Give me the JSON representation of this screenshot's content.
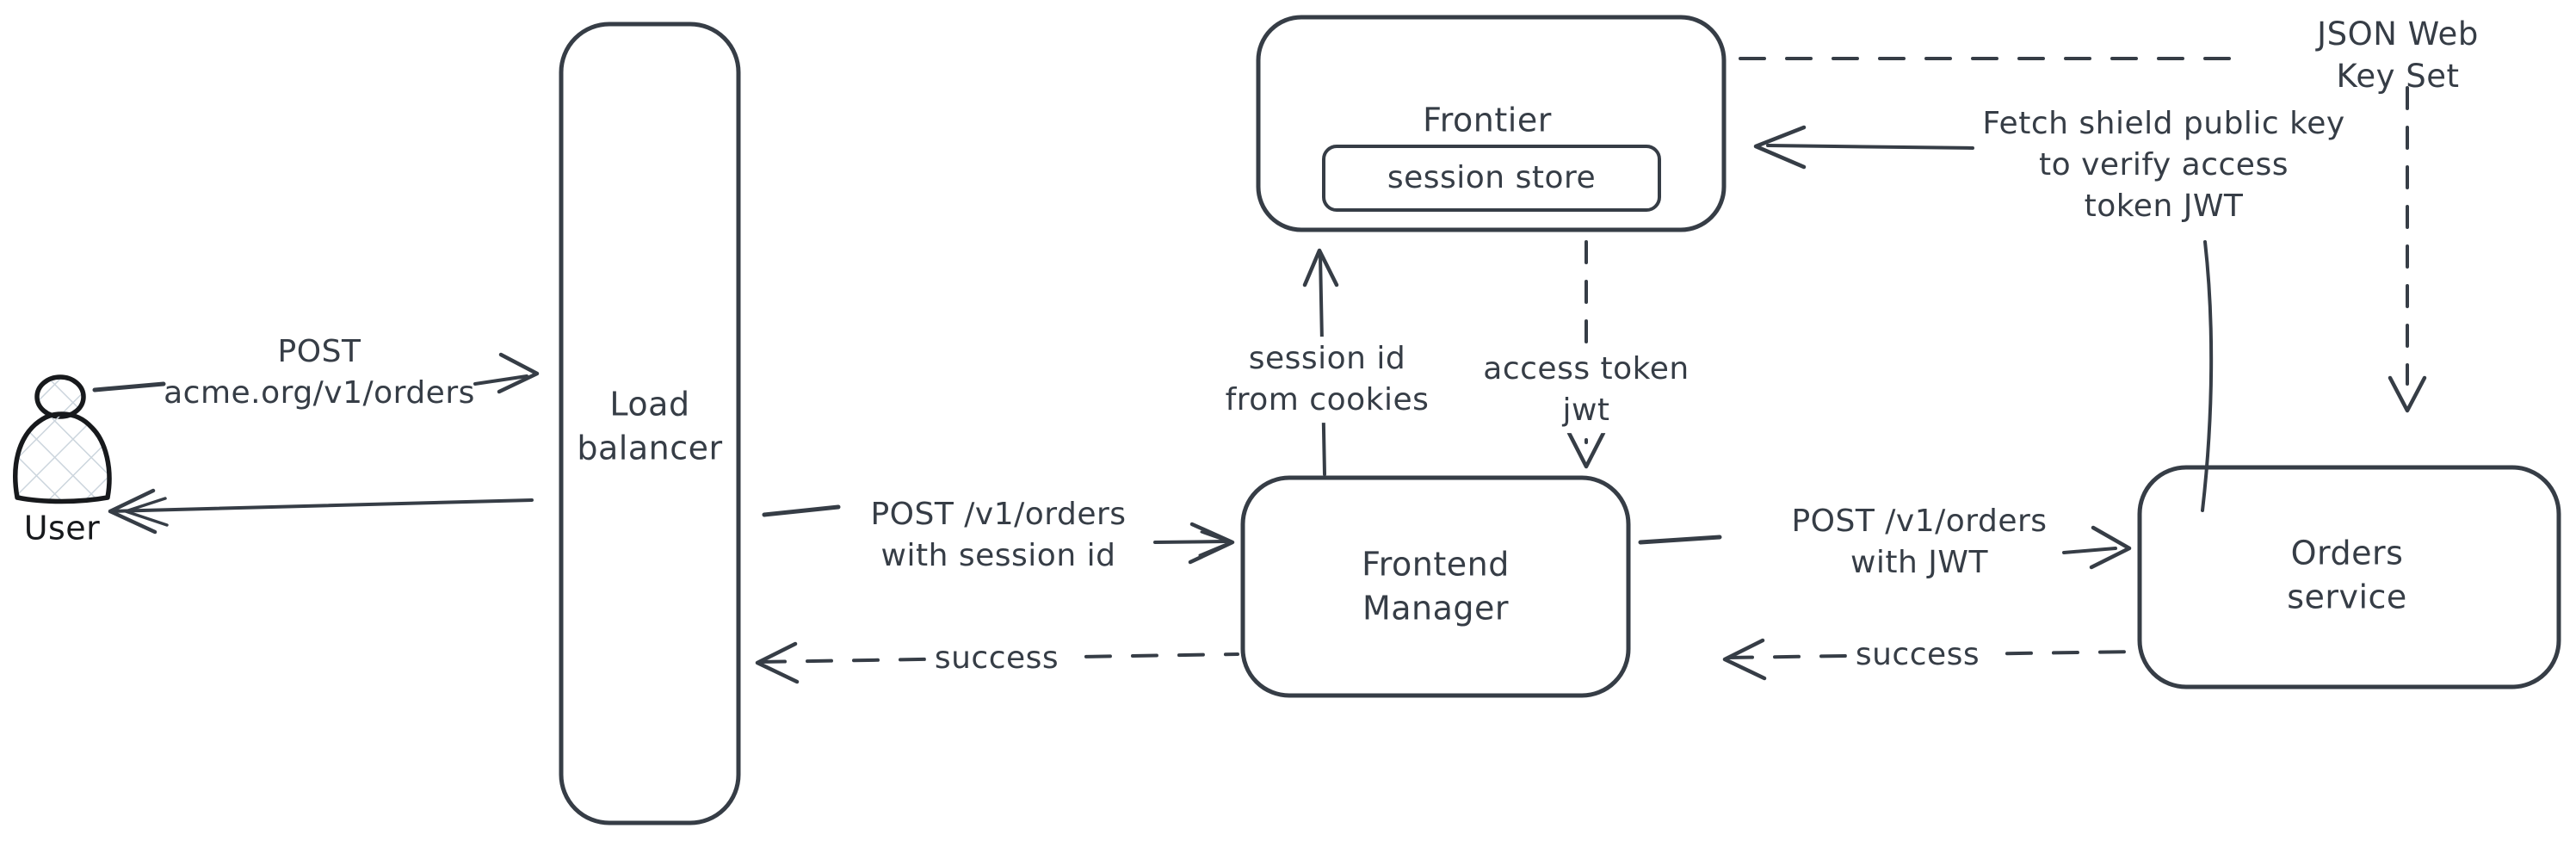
{
  "colors": {
    "stroke": "#363d46",
    "user_stroke": "#17191c",
    "hatch_fill": "#ccd5dd",
    "background": "#ffffff"
  },
  "nodes": {
    "user": {
      "label": "User",
      "shape": "person"
    },
    "load_balancer": {
      "label": "Load\nbalancer",
      "shape": "rounded-rect"
    },
    "frontier": {
      "label": "Frontier",
      "shape": "rounded-rect"
    },
    "session_store": {
      "label": "session store",
      "shape": "rounded-rect",
      "parent": "frontier"
    },
    "frontend_manager": {
      "label": "Frontend\nManager",
      "shape": "rounded-rect"
    },
    "orders_service": {
      "label": "Orders service",
      "shape": "rounded-rect"
    }
  },
  "edges": {
    "user_to_load_balancer": {
      "from": "user",
      "to": "load_balancer",
      "style": "solid",
      "label": "POST\nacme.org/v1/orders"
    },
    "load_balancer_to_user": {
      "from": "load_balancer",
      "to": "user",
      "style": "solid",
      "label": ""
    },
    "load_balancer_to_frontend_manager": {
      "from": "load_balancer",
      "to": "frontend_manager",
      "style": "solid",
      "label": "POST /v1/orders\nwith session id"
    },
    "frontend_manager_to_load_balancer": {
      "from": "frontend_manager",
      "to": "load_balancer",
      "style": "dashed",
      "label": "success"
    },
    "frontend_manager_to_frontier": {
      "from": "frontend_manager",
      "to": "frontier",
      "style": "solid",
      "label": "session id\nfrom cookies"
    },
    "frontier_to_frontend_manager": {
      "from": "frontier",
      "to": "frontend_manager",
      "style": "dashed",
      "label": "access token\njwt"
    },
    "frontend_manager_to_orders_service": {
      "from": "frontend_manager",
      "to": "orders_service",
      "style": "solid",
      "label": "POST /v1/orders\nwith JWT"
    },
    "orders_service_to_frontend_manager": {
      "from": "orders_service",
      "to": "frontend_manager",
      "style": "dashed",
      "label": "success"
    },
    "orders_service_to_frontier": {
      "from": "orders_service",
      "to": "frontier",
      "style": "solid",
      "label": "Fetch shield public key\nto verify access\ntoken JWT"
    },
    "frontier_to_jwks": {
      "from": "frontier",
      "to": "orders_service",
      "style": "dashed",
      "label": "JSON Web Key Set"
    }
  }
}
